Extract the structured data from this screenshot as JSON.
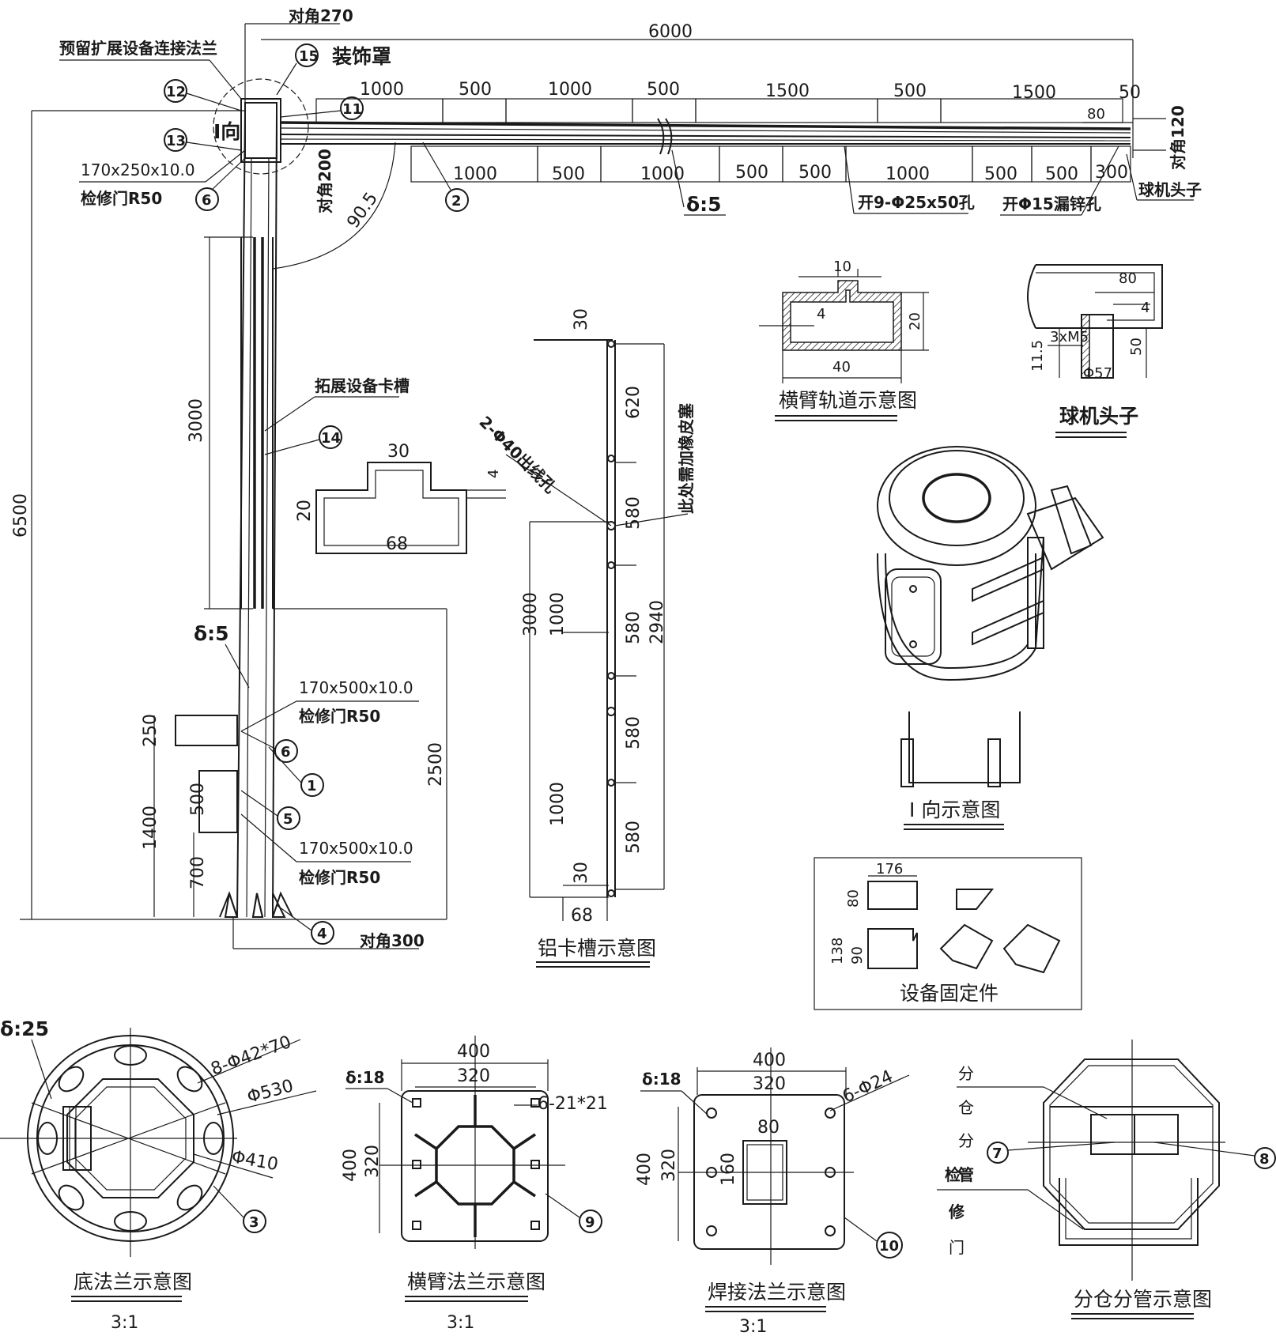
{
  "pole": {
    "top_diag": "对角270",
    "reserved_flange": "预留扩展设备连接法兰",
    "cover_num": "15",
    "cover_label": "装饰罩",
    "n12": "12",
    "n11": "11",
    "n13": "13",
    "n6a": "6",
    "view_label": "I向",
    "door_top_size": "170x250x10.0",
    "door_top_r": "检修门R50",
    "diag200": "对角200",
    "angle": "90.5",
    "d3000": "3000",
    "d6500": "6500",
    "ext_slot": "拓展设备卡槽",
    "n14": "14",
    "thk_pole": "δ:5",
    "door_mid_size": "170x500x10.0",
    "door_mid_r": "检修门R50",
    "d250": "250",
    "n6b": "6",
    "n1": "1",
    "d2500": "2500",
    "d500": "500",
    "n5": "5",
    "d1400": "1400",
    "door_low_size": "170x500x10.0",
    "door_low_r": "检修门R50",
    "d700": "700",
    "n4": "4",
    "diag300": "对角300"
  },
  "arm": {
    "total": "6000",
    "top_dims": [
      "1000",
      "500",
      "1000",
      "500",
      "1500",
      "500",
      "1500",
      "50"
    ],
    "d80": "80",
    "bottom_dims": [
      "1000",
      "500",
      "1000",
      "500",
      "500",
      "1000",
      "500",
      "500",
      "300"
    ],
    "n2": "2",
    "thk_arm": "δ:5",
    "holes": "开9-Φ25x50孔",
    "drain": "开Φ15漏锌孔",
    "diag120": "对角120",
    "camera_head": "球机头子"
  },
  "slot_section": {
    "w30": "30",
    "t4": "4",
    "h20": "20",
    "w68": "68"
  },
  "rail": {
    "w10": "10",
    "t4": "4",
    "h20": "20",
    "w40": "40",
    "title": "横臂轨道示意图"
  },
  "camera": {
    "w80": "80",
    "t4": "4",
    "screw": "3xM5",
    "h115": "11.5",
    "h50": "50",
    "dia57": "Φ57",
    "title": "球机头子"
  },
  "al_slot": {
    "d30a": "30",
    "d620": "620",
    "holes": "2-Φ40出线孔",
    "note": "此处需加橡皮塞",
    "d580a": "580",
    "d3000": "3000",
    "d1000a": "1000",
    "d580b": "580",
    "d2940": "2940",
    "d580c": "580",
    "d1000b": "1000",
    "d580d": "580",
    "d30b": "30",
    "d68": "68",
    "title": "铝卡槽示意图"
  },
  "iview": {
    "title": "I 向示意图"
  },
  "fix": {
    "d176": "176",
    "d80": "80",
    "d138": "138",
    "d90": "90",
    "title": "设备固定件"
  },
  "base_flange": {
    "thk": "δ:25",
    "holes": "8-Φ42*70",
    "d530": "Φ530",
    "d410": "Φ410",
    "n3": "3",
    "title": "底法兰示意图",
    "scale": "3:1"
  },
  "arm_flange": {
    "w400": "400",
    "w320": "320",
    "thk": "δ:18",
    "holes": "6-21*21",
    "h400": "400",
    "h320": "320",
    "n9": "9",
    "title": "横臂法兰示意图",
    "scale": "3:1"
  },
  "weld_flange": {
    "w400": "400",
    "w320": "320",
    "thk": "δ:18",
    "holes": "6-Φ24",
    "w80": "80",
    "h400": "400",
    "h320": "320",
    "h160": "160",
    "n10": "10",
    "title": "焊接法兰示意图",
    "scale": "3:1"
  },
  "branch": {
    "chars": [
      "分",
      "仓",
      "分",
      "管",
      "检",
      "修",
      "门"
    ],
    "n7": "7",
    "n8": "8",
    "title": "分仓分管示意图"
  }
}
